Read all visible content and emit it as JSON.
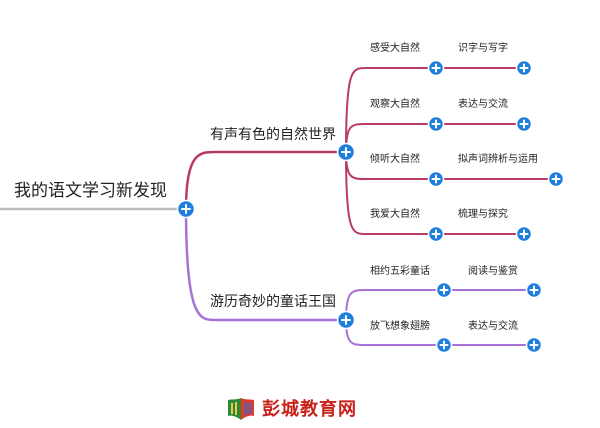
{
  "colors": {
    "root_line": "#bcbcbc",
    "branch_1": "#b83c62",
    "branch_2": "#a871d6",
    "expand_button": "#1e7fe0",
    "watermark_text": "#c8211b"
  },
  "mindmap": {
    "root": {
      "label": "我的语文学习新发现"
    },
    "branches": [
      {
        "label": "有声有色的自然世界",
        "children": [
          {
            "label": "感受大自然",
            "child": "识字与写字"
          },
          {
            "label": "观察大自然",
            "child": "表达与交流"
          },
          {
            "label": "倾听大自然",
            "child": "拟声词辨析与运用"
          },
          {
            "label": "我爱大自然",
            "child": "梳理与探究"
          }
        ]
      },
      {
        "label": "游历奇妙的童话王国",
        "children": [
          {
            "label": "相约五彩童话",
            "child": "阅读与鉴赏"
          },
          {
            "label": "放飞想象翅膀",
            "child": "表达与交流"
          }
        ]
      }
    ]
  },
  "watermark": {
    "text": "彭城教育网",
    "logo_icon": "book-stack-logo-icon"
  }
}
